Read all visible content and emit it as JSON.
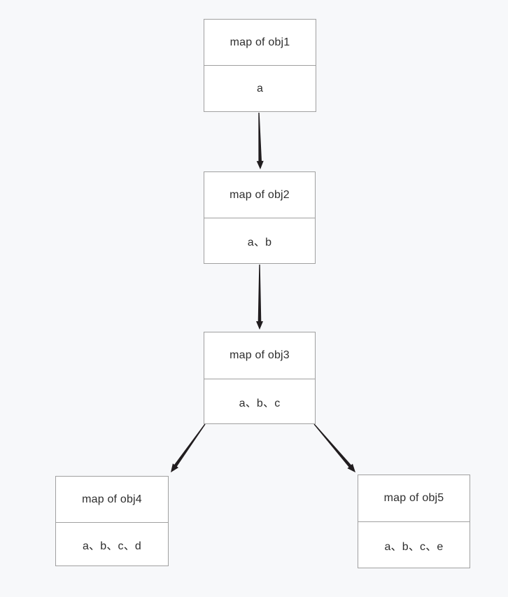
{
  "page": {
    "background_color": "#f7f8fa"
  },
  "diagram": {
    "type": "flowchart",
    "colors": {
      "node_fill": "#ffffff",
      "node_border": "#a0a0a0",
      "text": "#2e2e2e",
      "arrow": "#211d1f"
    },
    "nodes": [
      {
        "id": "obj1",
        "title": "map of obj1",
        "value": "a"
      },
      {
        "id": "obj2",
        "title": "map of obj2",
        "value": "a、b"
      },
      {
        "id": "obj3",
        "title": "map of obj3",
        "value": "a、b、c"
      },
      {
        "id": "obj4",
        "title": "map of obj4",
        "value": "a、b、c、d"
      },
      {
        "id": "obj5",
        "title": "map of obj5",
        "value": "a、b、c、e"
      }
    ],
    "edges": [
      {
        "from": "obj1",
        "to": "obj2"
      },
      {
        "from": "obj2",
        "to": "obj3"
      },
      {
        "from": "obj3",
        "to": "obj4"
      },
      {
        "from": "obj3",
        "to": "obj5"
      }
    ]
  }
}
